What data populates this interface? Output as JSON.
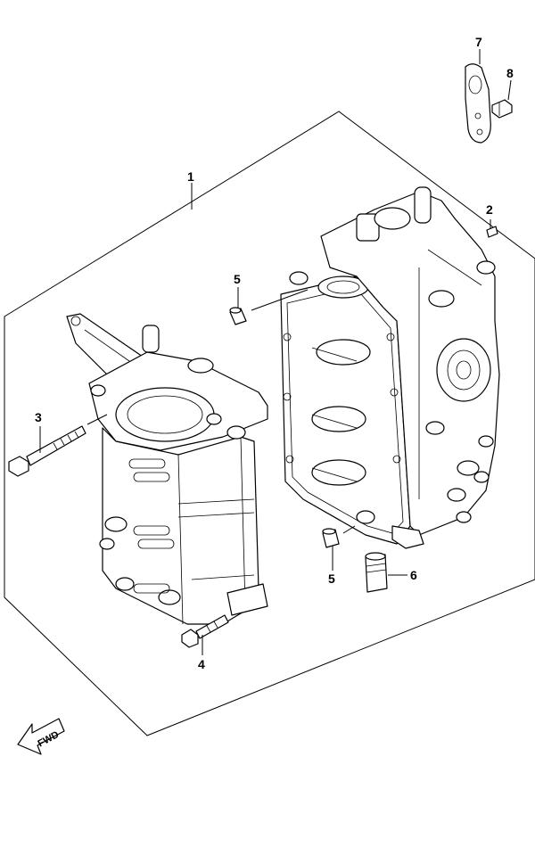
{
  "callouts": [
    {
      "id": "1",
      "label": "1"
    },
    {
      "id": "2",
      "label": "2"
    },
    {
      "id": "3",
      "label": "3"
    },
    {
      "id": "4",
      "label": "4"
    },
    {
      "id": "5a",
      "label": "5"
    },
    {
      "id": "5b",
      "label": "5"
    },
    {
      "id": "6",
      "label": "6"
    },
    {
      "id": "7",
      "label": "7"
    },
    {
      "id": "8",
      "label": "8"
    }
  ],
  "fwd_label": "FWD",
  "colors": {
    "line": "#000000",
    "background": "#ffffff"
  }
}
